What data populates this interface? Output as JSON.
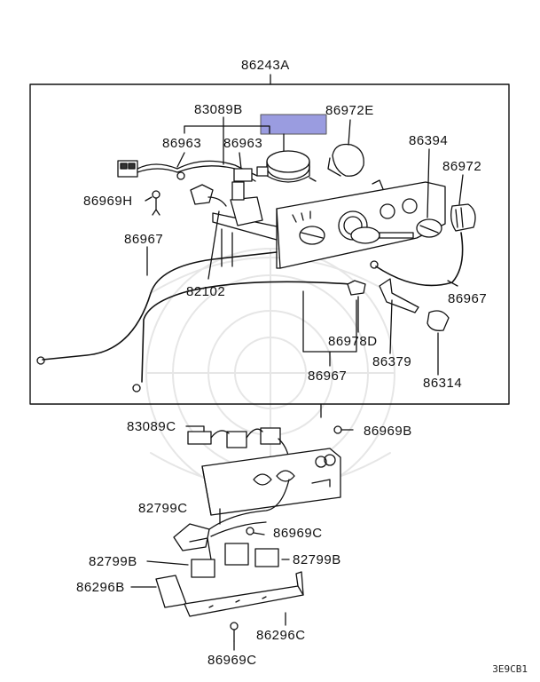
{
  "diagram": {
    "assembly_label": "86243A",
    "figure_code": "3E9CB1",
    "highlight_color": "#9a9ce0",
    "parts": [
      {
        "id": "p1",
        "label": "83089B"
      },
      {
        "id": "p2",
        "label": "86972E"
      },
      {
        "id": "p3",
        "label": "86963"
      },
      {
        "id": "p4",
        "label": "86963"
      },
      {
        "id": "p5",
        "label": "86394"
      },
      {
        "id": "p6",
        "label": "86972"
      },
      {
        "id": "p7",
        "label": "86969H"
      },
      {
        "id": "p8",
        "label": "86967"
      },
      {
        "id": "p9",
        "label": "82102"
      },
      {
        "id": "p10",
        "label": "86967"
      },
      {
        "id": "p11",
        "label": "86978D"
      },
      {
        "id": "p12",
        "label": "86379"
      },
      {
        "id": "p13",
        "label": "86967"
      },
      {
        "id": "p14",
        "label": "86314"
      },
      {
        "id": "p15",
        "label": "83089C"
      },
      {
        "id": "p16",
        "label": "86969B"
      },
      {
        "id": "p17",
        "label": "82799C"
      },
      {
        "id": "p18",
        "label": "86969C"
      },
      {
        "id": "p19",
        "label": "82799B"
      },
      {
        "id": "p20",
        "label": "82799B"
      },
      {
        "id": "p21",
        "label": "86296B"
      },
      {
        "id": "p22",
        "label": "86296C"
      },
      {
        "id": "p23",
        "label": "86969C"
      }
    ]
  }
}
